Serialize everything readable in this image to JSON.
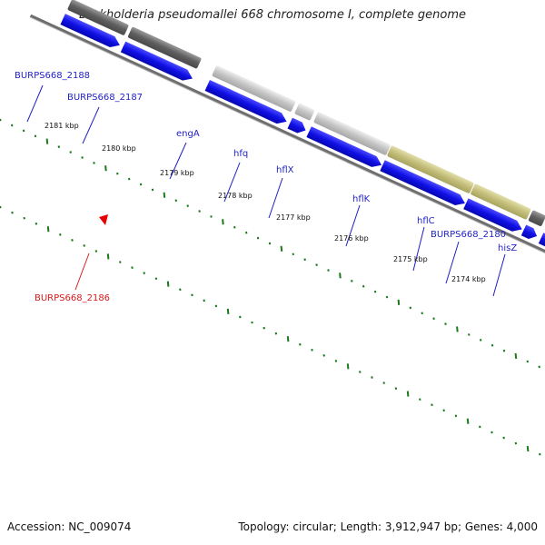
{
  "title": "Burkholderia pseudomallei 668 chromosome I, complete genome",
  "footer": {
    "accession": "Accession: NC_009074",
    "summary": "Topology: circular; Length: 3,912,947 bp; Genes: 4,000"
  },
  "colors": {
    "cds_blue": "#1010e6",
    "backbone": "#7a7a7a",
    "tick_green": "#1a7a1a",
    "label_blue": "#1f1fc4",
    "label_red": "#d61a1a",
    "dark_gray": "#5e5e5e",
    "light_gray": "#c4c4c4",
    "olive": "#c2bd78",
    "steel_blue": "#5b86b3",
    "cyan": "#2bc2e8"
  },
  "kbp_labels": [
    "2181 kbp",
    "2180 kbp",
    "2179 kbp",
    "2178 kbp",
    "2177 kbp",
    "2176 kbp",
    "2175 kbp",
    "2174 kbp"
  ],
  "genes": [
    {
      "name": "BURPS668_2188",
      "color": "dark_gray"
    },
    {
      "name": "BURPS668_2187",
      "color": "dark_gray"
    },
    {
      "name": "engA",
      "color": "light_gray"
    },
    {
      "name": "hfq",
      "color": "light_gray"
    },
    {
      "name": "hflX",
      "color": "light_gray"
    },
    {
      "name": "hflK",
      "color": "olive"
    },
    {
      "name": "hflC",
      "color": "olive"
    },
    {
      "name": "BURPS668_2180",
      "color": "dark_gray"
    },
    {
      "name": "hisZ",
      "color": "steel_blue"
    },
    {
      "name": "BURPS668_2186",
      "color": "label_red"
    }
  ]
}
